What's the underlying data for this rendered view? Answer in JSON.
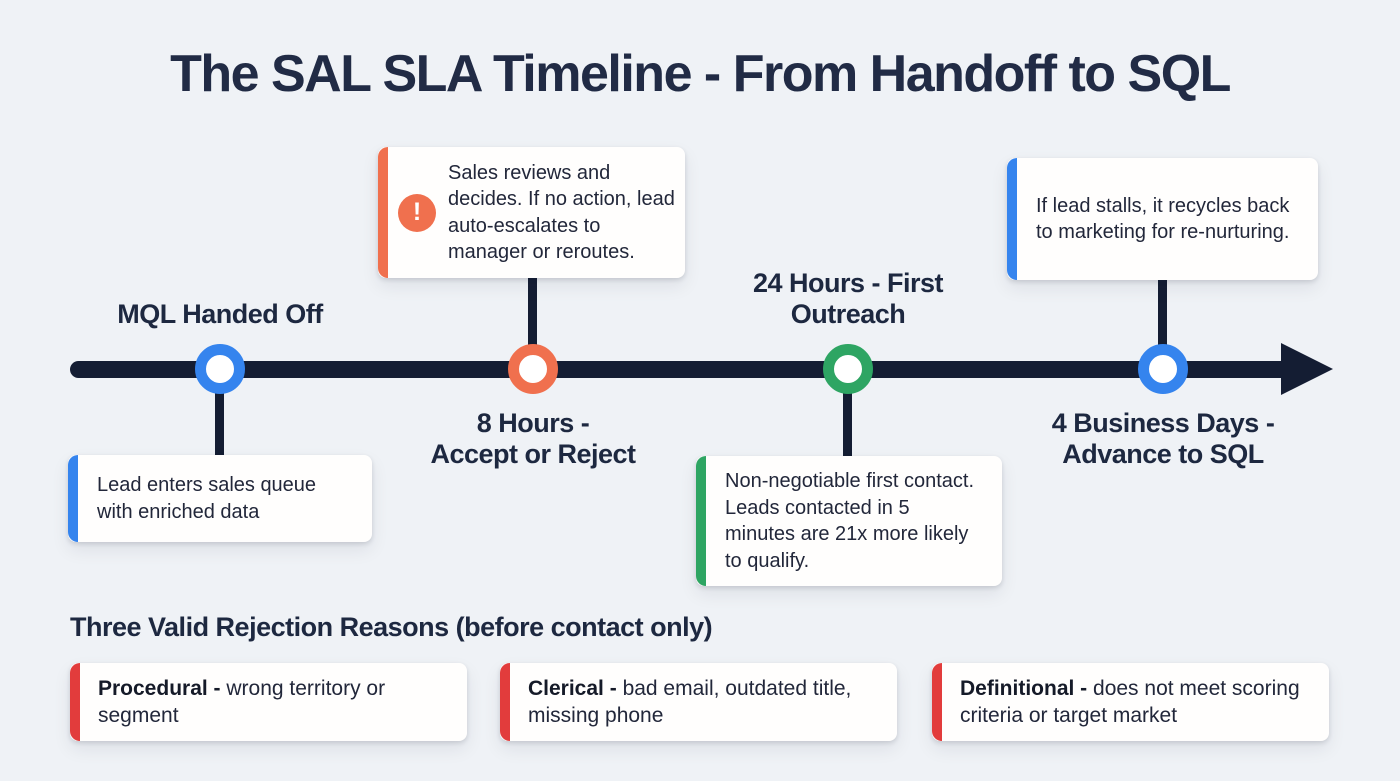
{
  "title": "The SAL SLA Timeline - From Handoff to SQL",
  "colors": {
    "background": "#eff2f6",
    "timeline": "#141d33",
    "heading_text": "#212b45",
    "blue": "#3584ee",
    "orange": "#f0704e",
    "green": "#2ea563",
    "red": "#e23c3c"
  },
  "timeline": {
    "milestones": [
      {
        "label": "MQL Handed Off",
        "label_lines": {
          "line1": "MQL Handed Off",
          "line2": ""
        },
        "label_position": "above",
        "node_color": "#3584ee",
        "callout": {
          "position": "below",
          "accent_color": "#3584ee",
          "text": "Lead enters sales queue with enriched data"
        }
      },
      {
        "label": "8 Hours - Accept or Reject",
        "label_lines": {
          "line1": "8 Hours -",
          "line2": "Accept or Reject"
        },
        "label_position": "below",
        "node_color": "#f0704e",
        "callout": {
          "position": "above",
          "accent_color": "#f0704e",
          "icon": "alert-icon",
          "icon_glyph": "!",
          "text": "Sales reviews and decides. If no action, lead auto-escalates to manager or reroutes."
        }
      },
      {
        "label": "24 Hours - First Outreach",
        "label_lines": {
          "line1": "24 Hours - First",
          "line2": "Outreach"
        },
        "label_position": "above",
        "node_color": "#2ea563",
        "callout": {
          "position": "below",
          "accent_color": "#2ea563",
          "text": "Non-negotiable first contact. Leads contacted in 5 minutes are 21x more likely to qualify."
        }
      },
      {
        "label": "4 Business Days - Advance to SQL",
        "label_lines": {
          "line1": "4 Business Days -",
          "line2": "Advance to SQL"
        },
        "label_position": "below",
        "node_color": "#3584ee",
        "callout": {
          "position": "above",
          "accent_color": "#3584ee",
          "text": "If lead stalls, it recycles back to marketing for re-nurturing."
        }
      }
    ]
  },
  "rejection_section": {
    "heading": "Three Valid Rejection Reasons (before contact only)",
    "accent_color": "#e23c3c",
    "cards": [
      {
        "term": "Procedural -",
        "description": "wrong territory or segment"
      },
      {
        "term": "Clerical -",
        "description": "bad email, outdated title, missing phone"
      },
      {
        "term": "Definitional -",
        "description": "does not meet scoring criteria or target market"
      }
    ]
  }
}
